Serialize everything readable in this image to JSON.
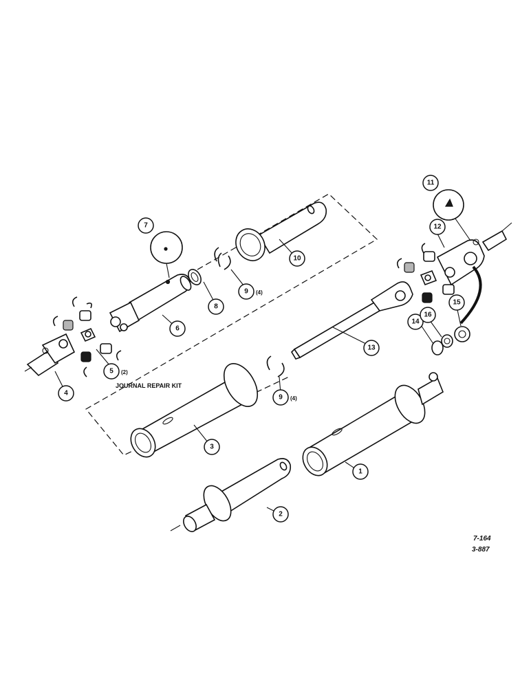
{
  "callouts": [
    {
      "id": "c1",
      "label": "1"
    },
    {
      "id": "c2",
      "label": "2"
    },
    {
      "id": "c3",
      "label": "3"
    },
    {
      "id": "c4",
      "label": "4"
    },
    {
      "id": "c5",
      "label": "5"
    },
    {
      "id": "c6",
      "label": "6"
    },
    {
      "id": "c7",
      "label": "7"
    },
    {
      "id": "c8",
      "label": "8"
    },
    {
      "id": "c9a",
      "label": "9"
    },
    {
      "id": "c9b",
      "label": "9"
    },
    {
      "id": "c10",
      "label": "10"
    },
    {
      "id": "c11",
      "label": "11"
    },
    {
      "id": "c12",
      "label": "12"
    },
    {
      "id": "c13",
      "label": "13"
    },
    {
      "id": "c14",
      "label": "14"
    },
    {
      "id": "c15",
      "label": "15"
    },
    {
      "id": "c16",
      "label": "16"
    }
  ],
  "quantities": {
    "item5": "(2)",
    "item9_upper": "(4)",
    "item9_lower": "(4)"
  },
  "captions": {
    "journal_repair_kit": "JOURNAL REPAIR KIT"
  },
  "figure_refs": {
    "line1": "7-164",
    "line2": "3-887"
  }
}
